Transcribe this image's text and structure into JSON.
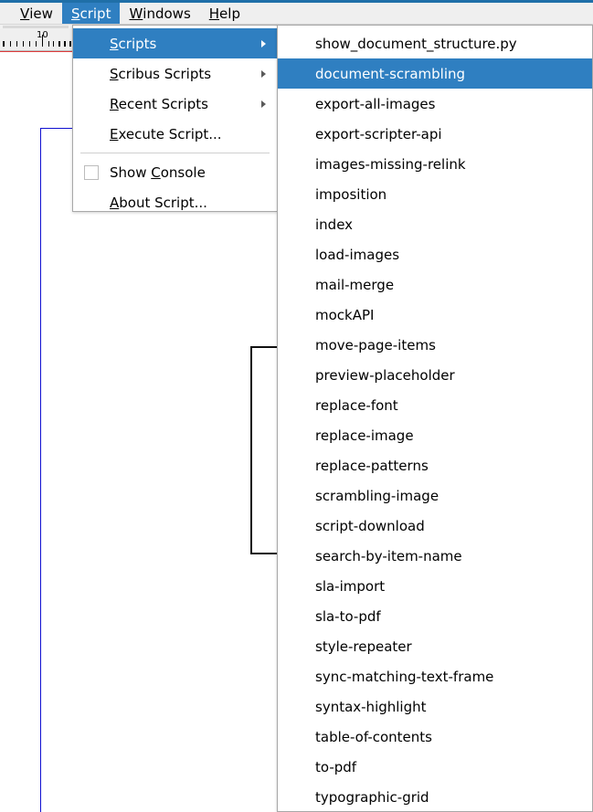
{
  "menubar": {
    "items": [
      {
        "label": "View",
        "accel": "V",
        "active": false
      },
      {
        "label": "Script",
        "accel": "S",
        "active": true
      },
      {
        "label": "Windows",
        "accel": "W",
        "active": false
      },
      {
        "label": "Help",
        "accel": "H",
        "active": false
      }
    ]
  },
  "ruler": {
    "label": "10"
  },
  "script_menu": {
    "items": [
      {
        "label": "Scripts",
        "accel": "S",
        "submenu": true,
        "highlight": true,
        "checkbox": false
      },
      {
        "label": "Scribus Scripts",
        "accel": "S",
        "submenu": true,
        "highlight": false,
        "checkbox": false
      },
      {
        "label": "Recent Scripts",
        "accel": "R",
        "submenu": true,
        "highlight": false,
        "checkbox": false
      },
      {
        "label": "Execute Script...",
        "accel": "E",
        "submenu": false,
        "highlight": false,
        "checkbox": false
      },
      {
        "separator": true
      },
      {
        "label": "Show Console",
        "accel": "C",
        "submenu": false,
        "highlight": false,
        "checkbox": true,
        "checked": false
      },
      {
        "label": "About Script...",
        "accel": "A",
        "submenu": false,
        "highlight": false,
        "checkbox": false
      }
    ]
  },
  "scripts_submenu": {
    "items": [
      {
        "label": "show_document_structure.py",
        "highlight": false
      },
      {
        "label": "document-scrambling",
        "highlight": true
      },
      {
        "label": "export-all-images",
        "highlight": false
      },
      {
        "label": "export-scripter-api",
        "highlight": false
      },
      {
        "label": "images-missing-relink",
        "highlight": false
      },
      {
        "label": "imposition",
        "highlight": false
      },
      {
        "label": "index",
        "highlight": false
      },
      {
        "label": "load-images",
        "highlight": false
      },
      {
        "label": "mail-merge",
        "highlight": false
      },
      {
        "label": "mockAPI",
        "highlight": false
      },
      {
        "label": "move-page-items",
        "highlight": false
      },
      {
        "label": "preview-placeholder",
        "highlight": false
      },
      {
        "label": "replace-font",
        "highlight": false
      },
      {
        "label": "replace-image",
        "highlight": false
      },
      {
        "label": "replace-patterns",
        "highlight": false
      },
      {
        "label": "scrambling-image",
        "highlight": false
      },
      {
        "label": "script-download",
        "highlight": false
      },
      {
        "label": "search-by-item-name",
        "highlight": false
      },
      {
        "label": "sla-import",
        "highlight": false
      },
      {
        "label": "sla-to-pdf",
        "highlight": false
      },
      {
        "label": "style-repeater",
        "highlight": false
      },
      {
        "label": "sync-matching-text-frame",
        "highlight": false
      },
      {
        "label": "syntax-highlight",
        "highlight": false
      },
      {
        "label": "table-of-contents",
        "highlight": false
      },
      {
        "label": "to-pdf",
        "highlight": false
      },
      {
        "label": "typographic-grid",
        "highlight": false
      }
    ]
  },
  "colors": {
    "highlight": "#2f7fc1",
    "margin_guide": "#e03a3a",
    "frame_guide": "#1010d0",
    "menu_bg": "#ffffff",
    "menubar_bg": "#efefef"
  }
}
